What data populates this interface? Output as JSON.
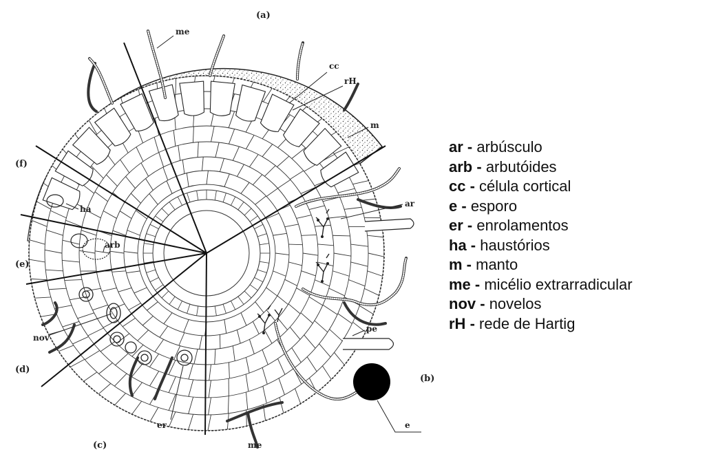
{
  "figure": {
    "panels": [
      "(a)",
      "(b)",
      "(c)",
      "(d)",
      "(e)",
      "(f)"
    ],
    "labels": {
      "me_top": "me",
      "cc": "cc",
      "rH": "rH",
      "m": "m",
      "ar": "ar",
      "ha": "ha",
      "arb": "arb",
      "nov": "nov",
      "pe": "pe",
      "er": "er",
      "e": "e",
      "me_bottom": "me"
    }
  },
  "legend": [
    {
      "abbr": "ar",
      "sep": " - ",
      "text": "arbúsculo"
    },
    {
      "abbr": "arb",
      "sep": " - ",
      "text": "arbutóides"
    },
    {
      "abbr": "cc",
      "sep": " - ",
      "text": "célula cortical"
    },
    {
      "abbr": "e",
      "sep": " - ",
      "text": "esporo"
    },
    {
      "abbr": "er",
      "sep": " - ",
      "text": "enrolamentos"
    },
    {
      "abbr": "ha",
      "sep": " - ",
      "text": "haustórios"
    },
    {
      "abbr": "m",
      "sep": " - ",
      "text": "manto"
    },
    {
      "abbr": "me",
      "sep": " - ",
      "text": "micélio extrarradicular"
    },
    {
      "abbr": "nov",
      "sep": " - ",
      "text": "novelos"
    },
    {
      "abbr": "rH",
      "sep": " - ",
      "text": "rede de Hartig"
    }
  ]
}
